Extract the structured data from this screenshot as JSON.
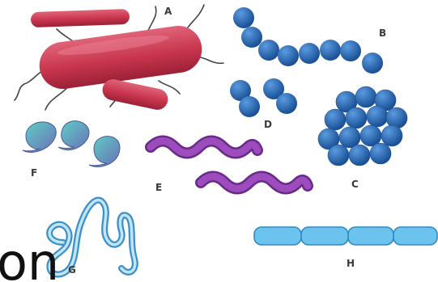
{
  "labels": {
    "a": "A",
    "b": "B",
    "c": "C",
    "d": "D",
    "e": "E",
    "f": "F",
    "g": "G",
    "h": "H"
  },
  "overlay_text": "on",
  "colors": {
    "rod_red": "#c8354d",
    "coccus_blue": "#2566b0",
    "spirillum_purple": "#8a3aa6",
    "vibrio_teal": "#48b6b8",
    "spirochete_blue": "#5aaee0",
    "chain_blue": "#6cc3ee",
    "label_gray": "#3a3a3a"
  }
}
